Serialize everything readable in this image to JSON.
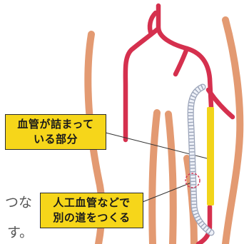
{
  "diagram": {
    "callout_blocked": [
      "血管が詰まって",
      "いる部分"
    ],
    "callout_graft": [
      "人工血管などで",
      "別の道をつくる"
    ],
    "cut_off_text": [
      "つな",
      "す。"
    ]
  },
  "colors": {
    "skin_outline": "#e39a72",
    "skin_fill": "#fdf6ef",
    "artery": "#d5304e",
    "blocked_segment": "#f2d41a",
    "graft_outline": "#9aa3b8",
    "graft_fill": "#eef1f8",
    "callout_fill": "#f6d61a"
  }
}
